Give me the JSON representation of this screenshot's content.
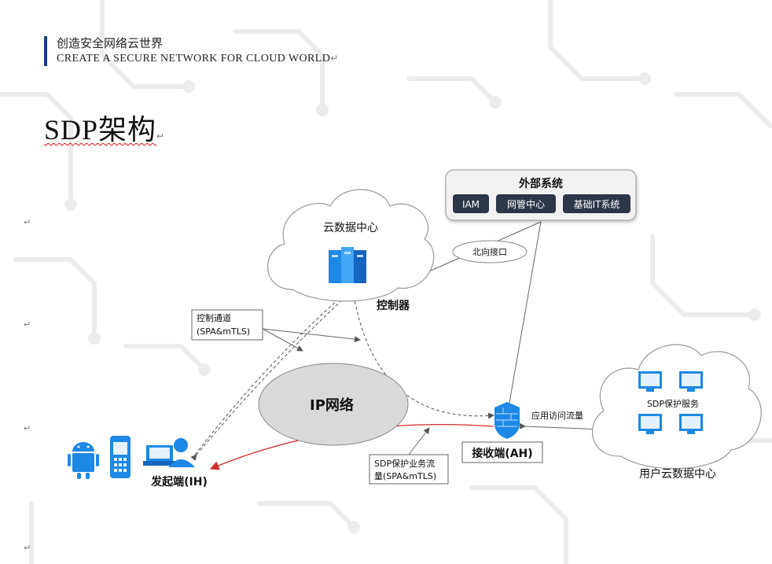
{
  "header": {
    "title_cn": "创造安全网络云世界",
    "title_en": "CREATE A SECURE NETWORK FOR CLOUD WORLD"
  },
  "paragraph_mark": "↵",
  "page_title": "SDP架构",
  "diagram": {
    "external_system": {
      "title": "外部系统",
      "items": [
        "IAM",
        "网管中心",
        "基础IT系统"
      ]
    },
    "north_interface": "北向接口",
    "cloud_datacenter": "云数据中心",
    "controller": "控制器",
    "control_channel": [
      "控制通道",
      "(SPA&mTLS)"
    ],
    "ip_network": "IP网络",
    "receiver": "接收端(AH)",
    "app_traffic": "应用访问流量",
    "sdp_service": "SDP保护服务",
    "user_datacenter": "用户云数据中心",
    "initiator": "发起端(IH)",
    "sdp_traffic": [
      "SDP保护业务流",
      "量(SPA&mTLS)"
    ]
  },
  "colors": {
    "accent_bar": "#1e3a8a",
    "dark_box": "#2d3748",
    "red_flow": "#d32f2f",
    "ip_cloud": "#d9d9d9",
    "icon_blue": "#1e88e5"
  },
  "icons": [
    "android-icon",
    "mobile-phone-icon",
    "user-computer-icon",
    "server-rack-icon",
    "firewall-shield-icon",
    "monitor-icon"
  ]
}
